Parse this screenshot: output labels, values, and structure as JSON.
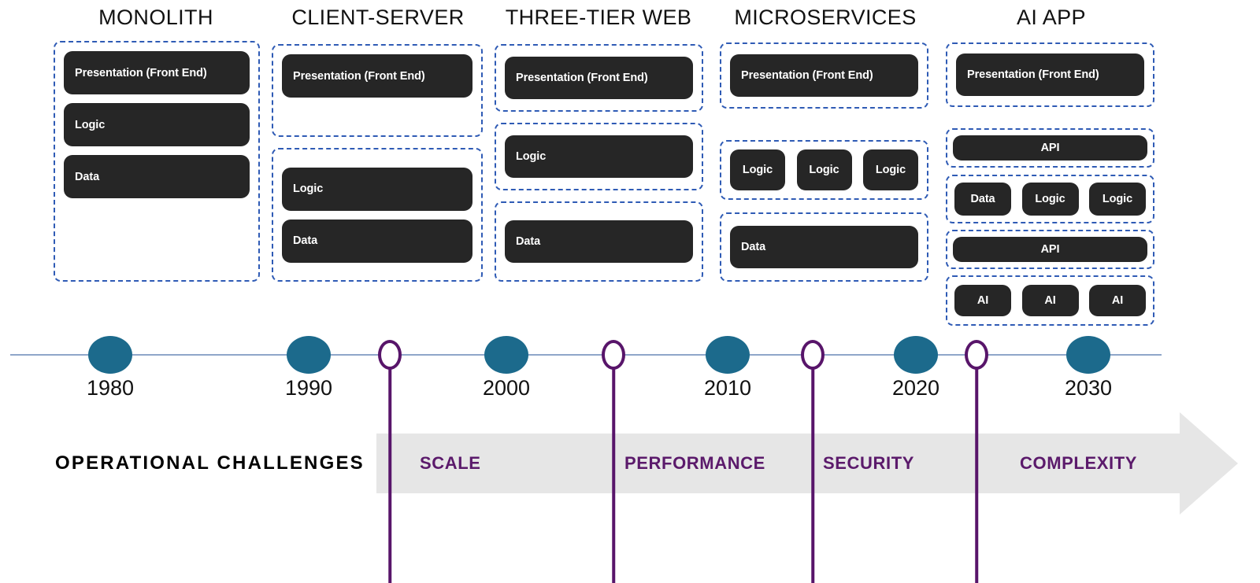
{
  "diagram": {
    "title_row": [
      "MONOLITH",
      "CLIENT-SERVER",
      "THREE-TIER WEB",
      "MICROSERVICES",
      "AI APP"
    ],
    "colors": {
      "box_fill": "#262626",
      "box_text": "#FFFFFF",
      "group_dash": "#2F5BB5",
      "timeline_line": "#8FA6C9",
      "node_filled": "#1C6A8C",
      "node_hollow_stroke": "#58156A",
      "band_fill": "#E6E6E6",
      "band_label": "#5B1A6B",
      "band_head": "#000000"
    }
  },
  "columns": [
    {
      "title": "MONOLITH",
      "groups": [
        {
          "rows": [
            {
              "boxes": [
                {
                  "label": "Presentation (Front End)"
                }
              ]
            },
            {
              "boxes": [
                {
                  "label": "Logic"
                }
              ]
            },
            {
              "boxes": [
                {
                  "label": "Data"
                }
              ]
            }
          ]
        }
      ]
    },
    {
      "title": "CLIENT-SERVER",
      "groups": [
        {
          "rows": [
            {
              "boxes": [
                {
                  "label": "Presentation (Front End)"
                }
              ]
            }
          ]
        },
        {
          "rows": [
            {
              "boxes": [
                {
                  "label": "Logic"
                }
              ]
            },
            {
              "boxes": [
                {
                  "label": "Data"
                }
              ]
            }
          ]
        }
      ]
    },
    {
      "title": "THREE-TIER WEB",
      "groups": [
        {
          "rows": [
            {
              "boxes": [
                {
                  "label": "Presentation (Front End)"
                }
              ]
            }
          ]
        },
        {
          "rows": [
            {
              "boxes": [
                {
                  "label": "Logic"
                }
              ]
            }
          ]
        },
        {
          "rows": [
            {
              "boxes": [
                {
                  "label": "Data"
                }
              ]
            }
          ]
        }
      ]
    },
    {
      "title": "MICROSERVICES",
      "groups": [
        {
          "rows": [
            {
              "boxes": [
                {
                  "label": "Presentation (Front End)"
                }
              ]
            }
          ]
        },
        {
          "rows": [
            {
              "boxes": [
                {
                  "label": "Logic"
                },
                {
                  "label": "Logic"
                },
                {
                  "label": "Logic"
                }
              ]
            }
          ]
        },
        {
          "rows": [
            {
              "boxes": [
                {
                  "label": "Data"
                }
              ]
            }
          ]
        }
      ]
    },
    {
      "title": "AI APP",
      "groups": [
        {
          "rows": [
            {
              "boxes": [
                {
                  "label": "Presentation (Front End)"
                }
              ]
            }
          ]
        },
        {
          "rows": [
            {
              "boxes": [
                {
                  "label": "API"
                }
              ]
            }
          ]
        },
        {
          "rows": [
            {
              "boxes": [
                {
                  "label": "Data"
                },
                {
                  "label": "Logic"
                },
                {
                  "label": "Logic"
                }
              ]
            }
          ]
        },
        {
          "rows": [
            {
              "boxes": [
                {
                  "label": "API"
                }
              ]
            }
          ]
        },
        {
          "rows": [
            {
              "boxes": [
                {
                  "label": "AI"
                },
                {
                  "label": "AI"
                },
                {
                  "label": "AI"
                }
              ]
            }
          ]
        }
      ]
    }
  ],
  "timeline": {
    "years": [
      "1980",
      "1990",
      "2000",
      "2010",
      "2020",
      "2030"
    ],
    "markers": [
      "milestone-node",
      "milestone-node",
      "milestone-node",
      "milestone-node",
      "milestone-node",
      "milestone-node"
    ],
    "challenge_nodes": 4
  },
  "challenges": {
    "heading": "OPERATIONAL CHALLENGES",
    "items": [
      "SCALE",
      "PERFORMANCE",
      "SECURITY",
      "COMPLEXITY"
    ]
  }
}
